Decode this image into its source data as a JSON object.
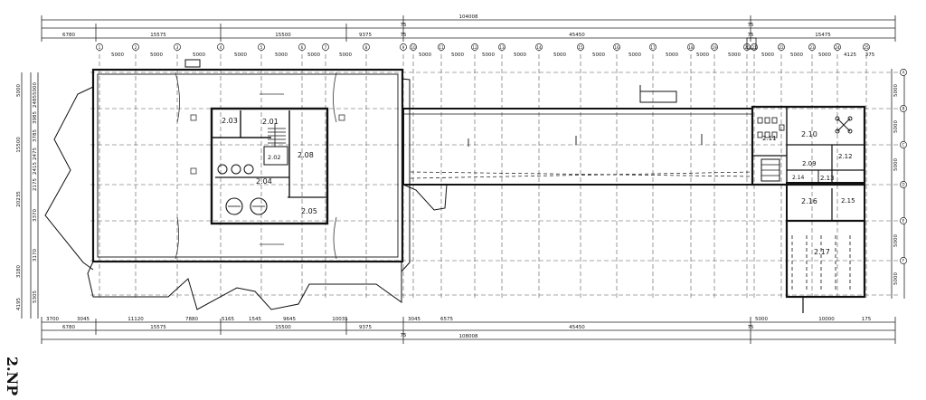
{
  "sheet_label": "2.NP",
  "dims": {
    "top_total": "104008",
    "top_row": [
      "6780",
      "15575",
      "15500",
      "9375",
      "75",
      "45450",
      "75",
      "15475"
    ],
    "top_segment_75": "75",
    "bottom_row1": [
      "3700",
      "3045",
      "11120",
      "7880",
      "5165",
      "1545",
      "9645",
      "10035",
      "3045",
      "6575",
      "5000",
      "10000",
      "175"
    ],
    "bottom_row2": [
      "6780",
      "15575",
      "15500",
      "9375",
      "45450",
      "75"
    ],
    "bottom_total": "108008",
    "bottom_75": "75",
    "left_a": [
      "5000",
      "2485",
      "3985",
      "3785",
      "2475",
      "2415",
      "2175",
      "3370",
      "3170",
      "5305"
    ],
    "left_b": [
      "5000",
      "15500",
      "20235",
      "3180",
      "4195"
    ],
    "right_dims": [
      "5000",
      "5000",
      "5000",
      "5000",
      "5000"
    ],
    "bay_width": "5000",
    "right_end": "375",
    "bay_offsets": [
      "4125",
      "375"
    ]
  },
  "grid": {
    "columns": [
      "1",
      "2",
      "3",
      "4",
      "5",
      "6",
      "7",
      "8",
      "9",
      "10",
      "11",
      "12",
      "13",
      "14",
      "15",
      "16",
      "17",
      "18",
      "19",
      "20",
      "21",
      "22",
      "23",
      "24",
      "25"
    ],
    "rows": [
      "A",
      "B",
      "C",
      "D",
      "E",
      "F"
    ]
  },
  "rooms": [
    {
      "id": "2.01",
      "label": "2.01"
    },
    {
      "id": "2.02",
      "label": "2.02"
    },
    {
      "id": "2.03",
      "label": "2.03"
    },
    {
      "id": "2.04",
      "label": "2.04"
    },
    {
      "id": "2.05",
      "label": "2.05"
    },
    {
      "id": "2.08",
      "label": "2.08"
    },
    {
      "id": "2.10",
      "label": "2.10"
    },
    {
      "id": "2.11",
      "label": "2.11"
    },
    {
      "id": "2.12",
      "label": "2.12"
    },
    {
      "id": "2.13",
      "label": "2.13"
    },
    {
      "id": "2.14",
      "label": "2.14"
    },
    {
      "id": "2.15",
      "label": "2.15"
    },
    {
      "id": "2.16",
      "label": "2.16"
    },
    {
      "id": "2.17",
      "label": "2.17"
    },
    {
      "id": "2.09",
      "label": "2.09"
    }
  ]
}
